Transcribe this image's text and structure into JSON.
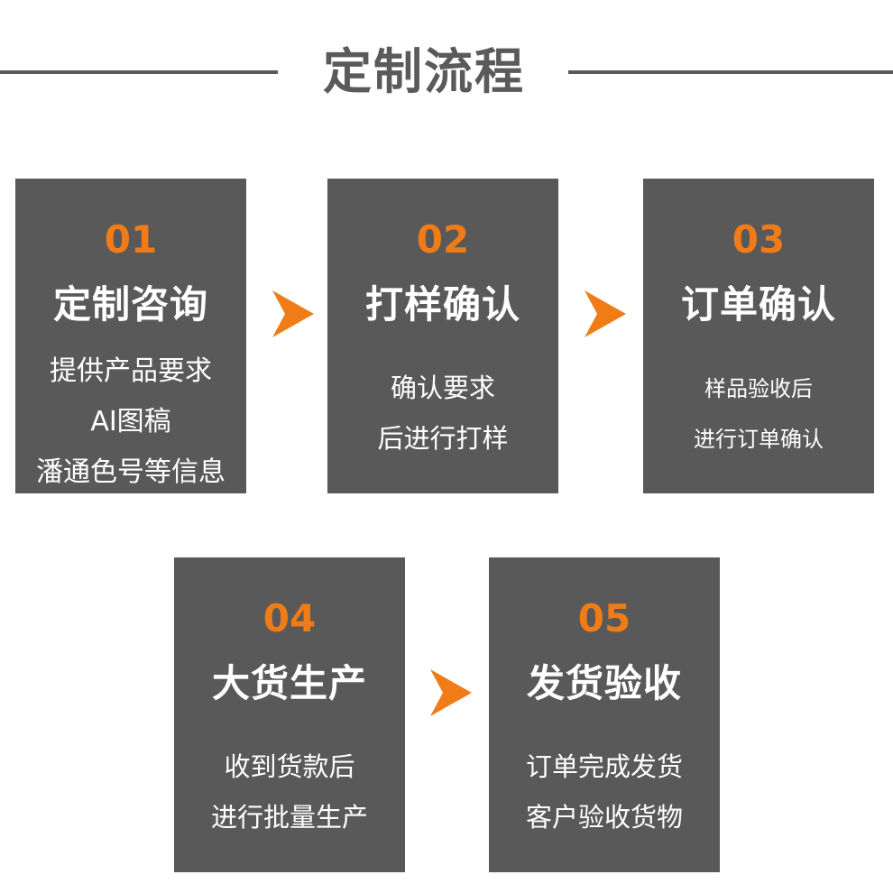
{
  "title": "定制流程",
  "colors": {
    "card_bg": "#595959",
    "accent": "#f07c18",
    "title": "#5a5a5a"
  },
  "steps": [
    {
      "num": "01",
      "heading": "定制咨询",
      "lines": [
        "提供产品要求",
        "AI图稿",
        "潘通色号等信息"
      ]
    },
    {
      "num": "02",
      "heading": "打样确认",
      "lines": [
        "确认要求",
        "后进行打样"
      ]
    },
    {
      "num": "03",
      "heading": "订单确认",
      "lines": [
        "样品验收后",
        "进行订单确认"
      ]
    },
    {
      "num": "04",
      "heading": "大货生产",
      "lines": [
        "收到货款后",
        "进行批量生产"
      ]
    },
    {
      "num": "05",
      "heading": "发货验收",
      "lines": [
        "订单完成发货",
        "客户验收货物"
      ]
    }
  ],
  "arrow_icon": "chevron-right-icon"
}
